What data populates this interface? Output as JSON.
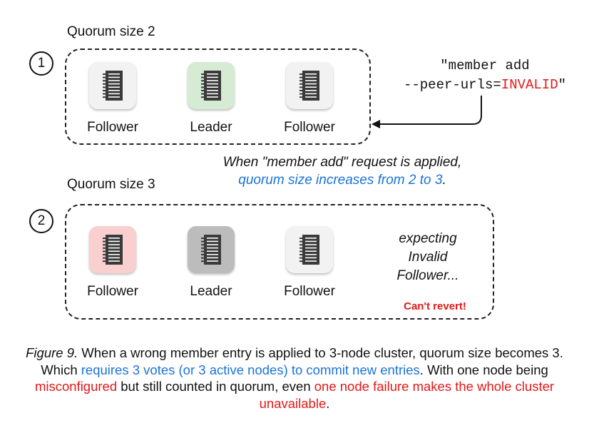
{
  "steps": [
    {
      "number": "1",
      "quorum_label": "Quorum size 2",
      "nodes": [
        {
          "label": "Follower",
          "fill": "#f2f2f2",
          "icon": "server-rack-icon"
        },
        {
          "label": "Leader",
          "fill": "#d6ebd3",
          "icon": "server-rack-icon"
        },
        {
          "label": "Follower",
          "fill": "#f2f2f2",
          "icon": "server-rack-icon"
        }
      ]
    },
    {
      "number": "2",
      "quorum_label": "Quorum size 3",
      "nodes": [
        {
          "label": "Follower",
          "fill": "#f9cfcf",
          "icon": "server-rack-icon"
        },
        {
          "label": "Leader",
          "fill": "#bcbcbc",
          "icon": "server-rack-icon"
        },
        {
          "label": "Follower",
          "fill": "#f2f2f2",
          "icon": "server-rack-icon"
        }
      ],
      "expecting_lines": [
        "expecting",
        "Invalid",
        "Follower..."
      ],
      "warning": "Can't revert!"
    }
  ],
  "command": {
    "line1": "\"member add",
    "line2_prefix": "--peer-urls=",
    "line2_highlight": "INVALID",
    "line2_suffix": "\""
  },
  "note": {
    "line1": "When \"member add\" request is applied,",
    "line2_highlight": "quorum size increases from 2 to 3",
    "line2_suffix": "."
  },
  "caption": {
    "figure_label": "Figure 9.",
    "part1": " When a wrong member entry is applied to 3-node cluster, quorum size becomes 3. Which ",
    "part2_blue": "requires 3 votes (or 3 active nodes) to commit new entries",
    "part3": ". With one node being ",
    "part4_red": "misconfigured",
    "part5": " but still counted in quorum, even ",
    "part6_red": "one node failure makes the whole cluster unavailable",
    "part7": "."
  },
  "colors": {
    "accent_blue": "#1a73d9",
    "accent_red": "#e31818",
    "icon_dark": "#3a3a3a"
  }
}
